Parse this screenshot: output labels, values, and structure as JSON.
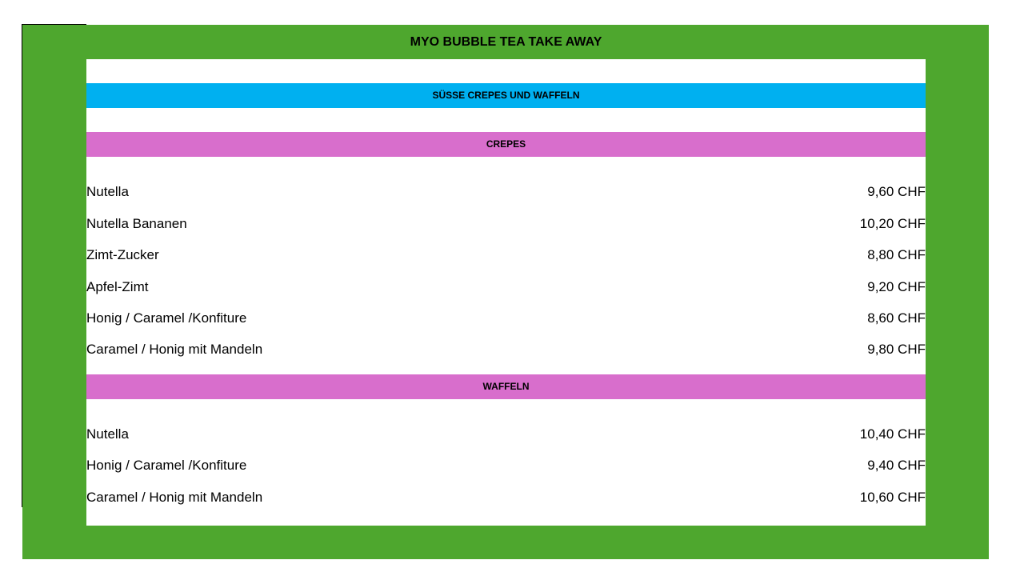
{
  "title": "MYO BUBBLE TEA TAKE AWAY",
  "section_header": "SÜSSE CREPES UND WAFFELN",
  "crepes": {
    "header": "CREPES",
    "items": [
      {
        "name": "Nutella",
        "price": "9,60 CHF"
      },
      {
        "name": "Nutella Bananen",
        "price": "10,20 CHF"
      },
      {
        "name": "Zimt-Zucker",
        "price": "8,80 CHF"
      },
      {
        "name": "Apfel-Zimt",
        "price": "9,20 CHF"
      },
      {
        "name": "Honig / Caramel /Konfiture",
        "price": "8,60 CHF"
      },
      {
        "name": "Caramel / Honig mit Mandeln",
        "price": "9,80 CHF"
      }
    ]
  },
  "waffeln": {
    "header": "WAFFELN",
    "items": [
      {
        "name": "Nutella",
        "price": "10,40 CHF"
      },
      {
        "name": "Honig / Caramel /Konfiture",
        "price": "9,40 CHF"
      },
      {
        "name": "Caramel / Honig mit Mandeln",
        "price": "10,60 CHF"
      }
    ]
  },
  "colors": {
    "frame": "#4ea72e",
    "section_band": "#00b0f0",
    "category_band": "#d86ecc"
  }
}
